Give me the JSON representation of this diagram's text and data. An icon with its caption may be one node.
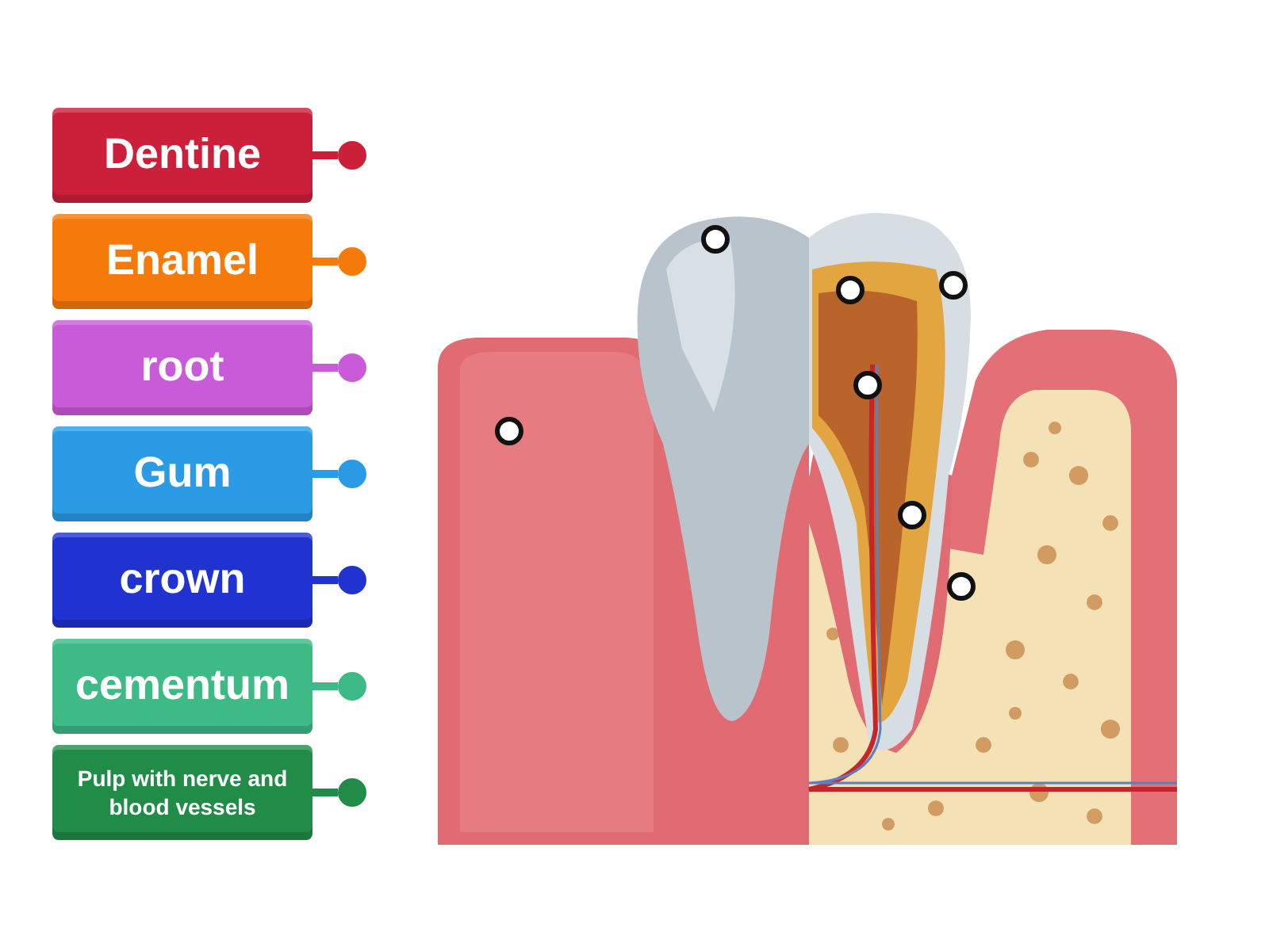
{
  "diagram": {
    "nodes": [
      {
        "text": [
          "Dentine"
        ]
      },
      {
        "text": [
          "Enamel"
        ]
      },
      {
        "text": [
          "root"
        ]
      },
      {
        "text": [
          "Gum"
        ]
      },
      {
        "text": [
          "crown"
        ]
      },
      {
        "text": [
          "cementum"
        ]
      },
      {
        "text": [
          "Pulp with nerve and blood vessels"
        ]
      },
      {
        "text": [],
        "shape": "circle"
      },
      {
        "text": [],
        "shape": "circle"
      },
      {
        "text": [],
        "shape": "circle"
      },
      {
        "text": [],
        "shape": "circle"
      },
      {
        "text": [],
        "shape": "circle"
      },
      {
        "text": [],
        "shape": "circle"
      },
      {
        "text": [],
        "shape": "circle"
      }
    ],
    "edges": [
      {
        "from": 0,
        "to": null,
        "arrow": "other",
        "color": "#cc1f3a"
      },
      {
        "from": 1,
        "to": null,
        "arrow": "other",
        "color": "#f67a0a"
      },
      {
        "from": 2,
        "to": null,
        "arrow": "other",
        "color": "#c95ad8"
      },
      {
        "from": 3,
        "to": null,
        "arrow": "other",
        "color": "#2b9be6"
      },
      {
        "from": 4,
        "to": null,
        "arrow": "other",
        "color": "#2032d0"
      },
      {
        "from": 5,
        "to": null,
        "arrow": "other",
        "color": "#3dba86"
      },
      {
        "from": 6,
        "to": null,
        "arrow": "other",
        "color": "#218c48"
      }
    ]
  }
}
